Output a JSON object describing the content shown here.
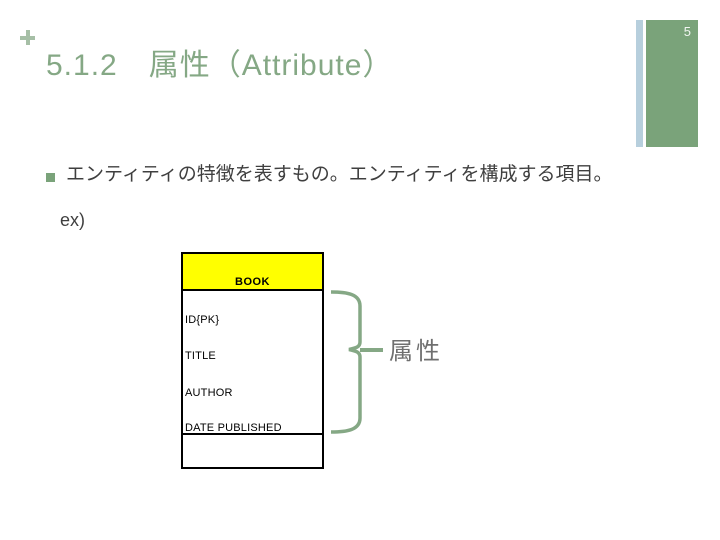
{
  "slide": {
    "page_number": "5",
    "title": "5.1.2　属性（Attribute）",
    "bullet_text": "エンティティの特徴を表すもの。エンティティを構成する項目。",
    "example_label": "ex)",
    "diagram": {
      "entity_name": "BOOK",
      "fields": [
        "ID{PK}",
        "TITLE",
        "AUTHOR",
        "DATE PUBLISHED"
      ],
      "brace_label": "属性"
    },
    "icons": {
      "plus_icon": "plus-icon",
      "brace_icon": "curly-brace-icon",
      "bullet_icon": "square-bullet-icon"
    },
    "colors": {
      "title_green": "#85a885",
      "block_green": "#7aa37a",
      "accent_blue": "#b7cfdd",
      "pale_green_plus": "#a6bfa6",
      "header_yellow": "#ffff00",
      "body_text": "#3f3f3f",
      "brace_label_gray": "#6f6f6f"
    }
  }
}
